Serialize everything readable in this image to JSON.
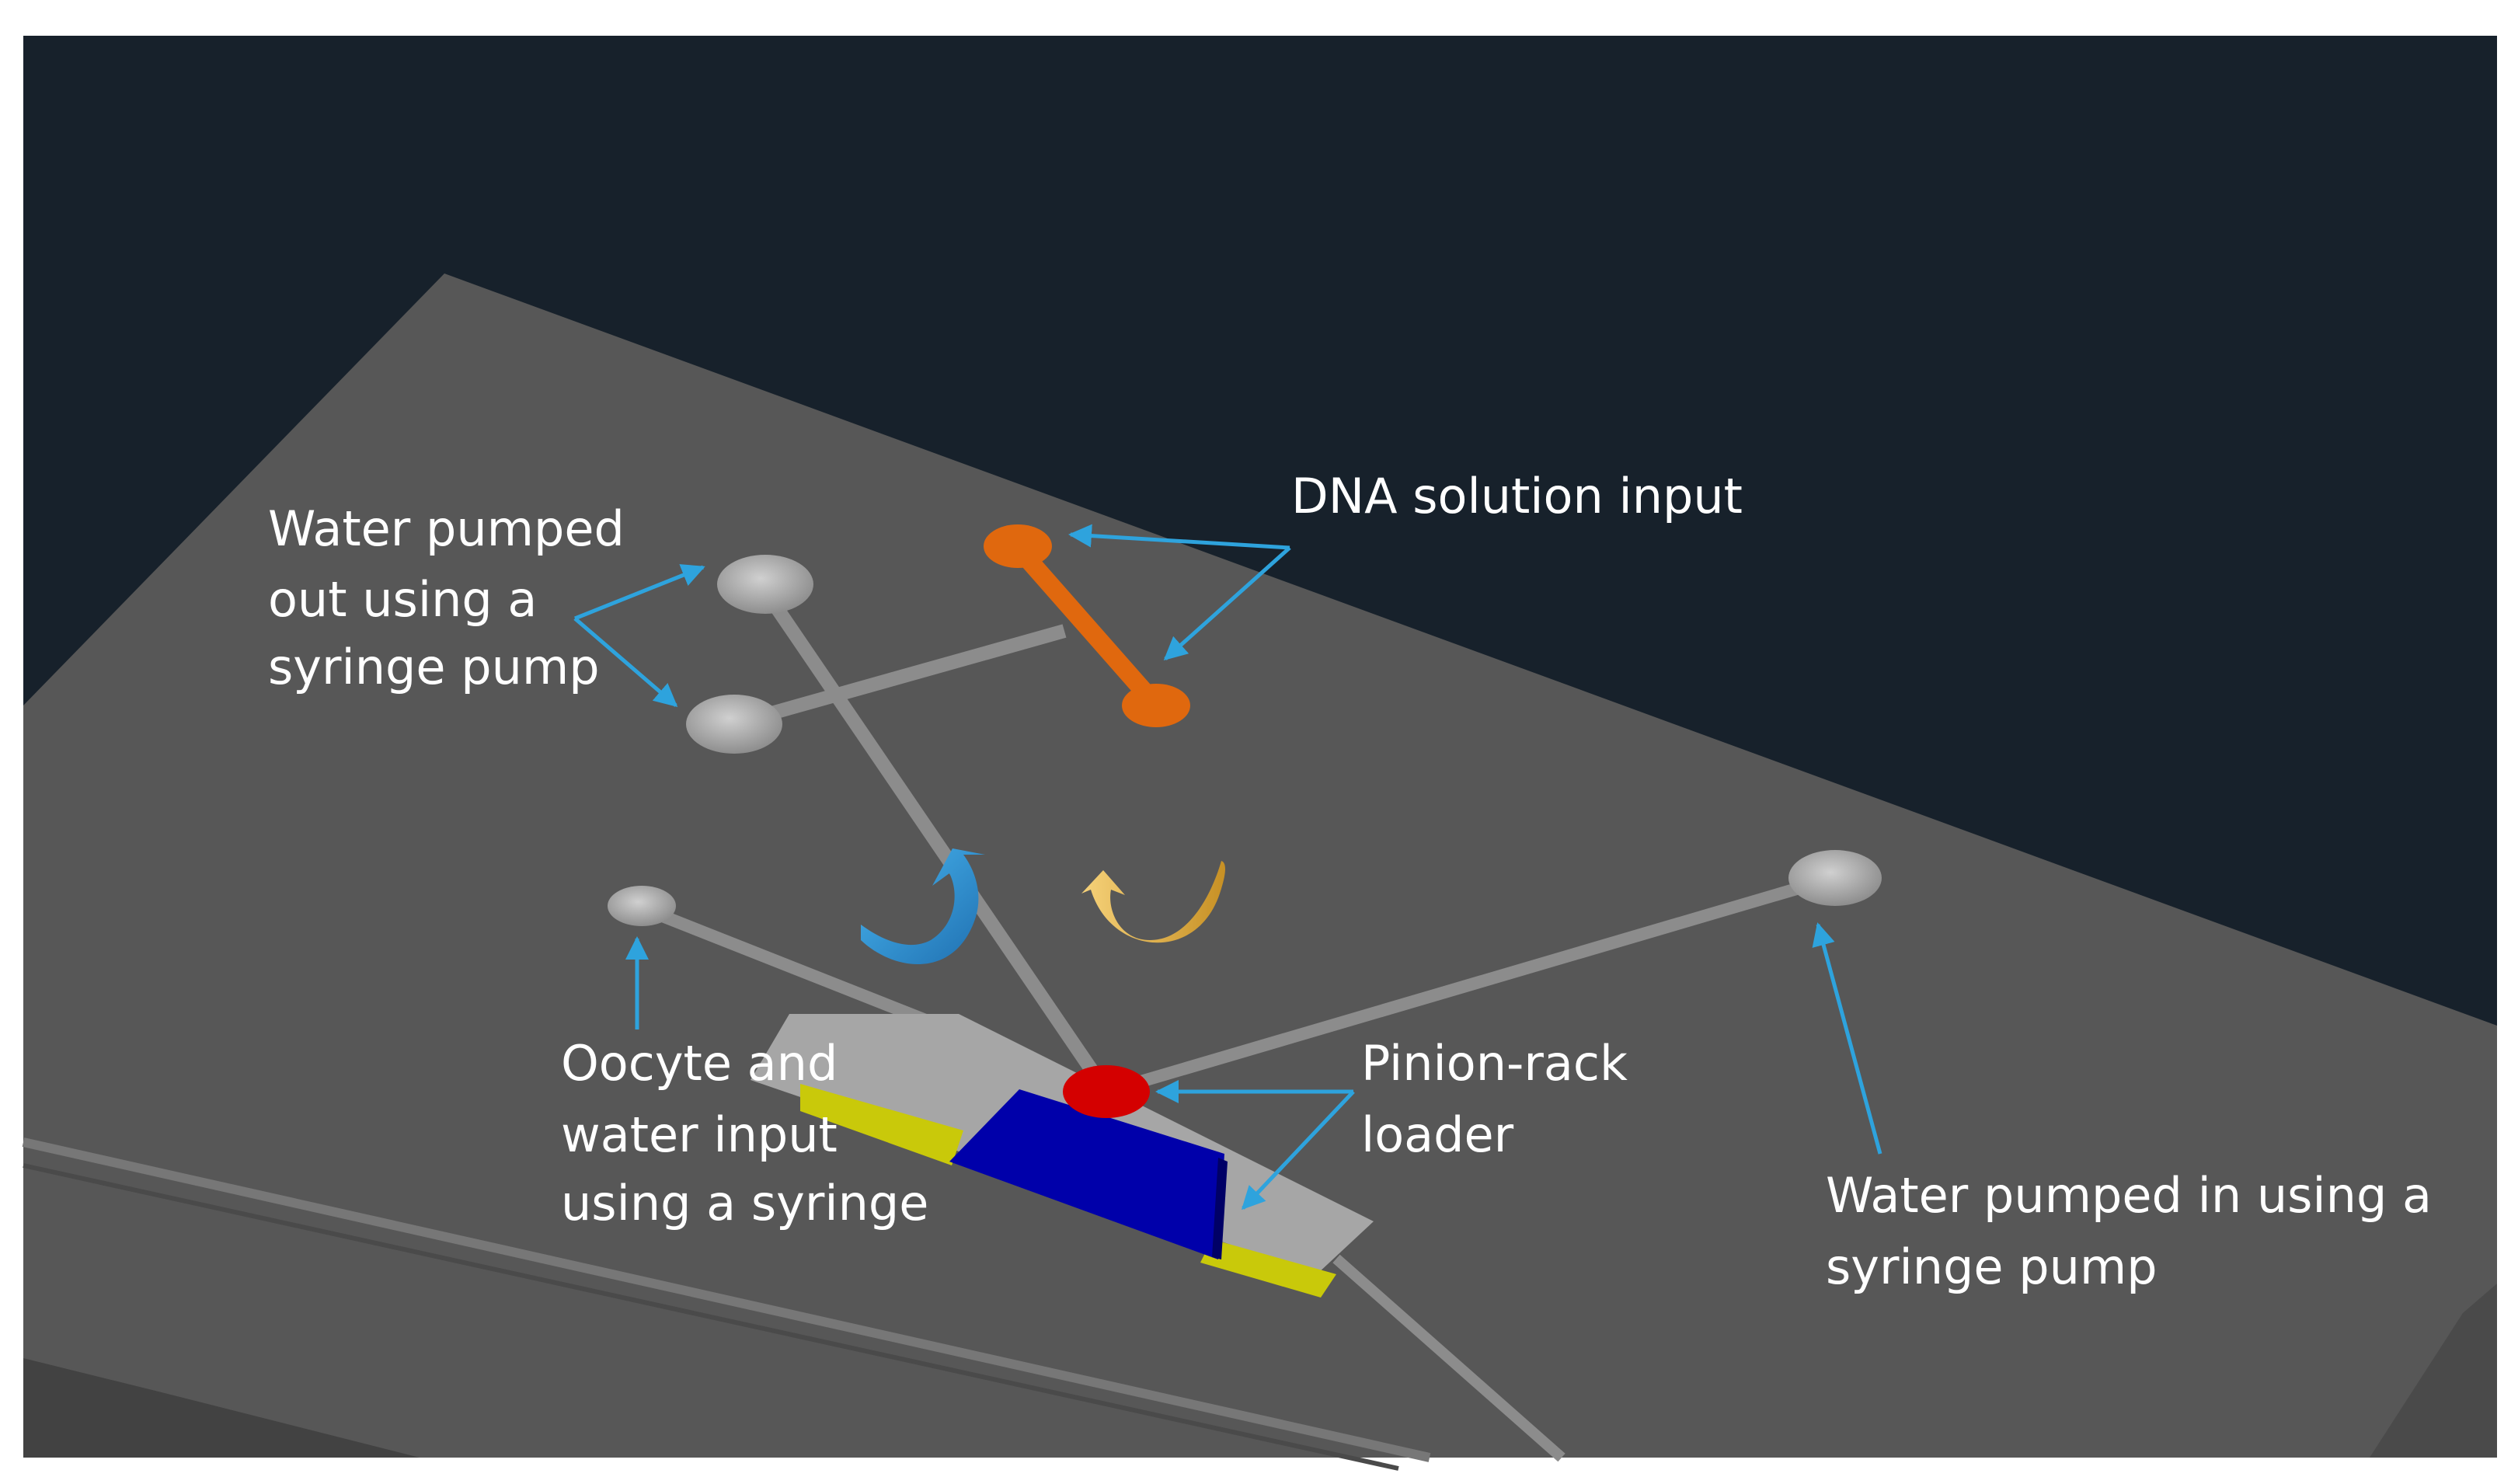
{
  "labels": {
    "dna_input": "DNA solution input",
    "water_out": [
      "Water pumped",
      "out using a",
      "syringe pump"
    ],
    "oocyte": [
      "Oocyte and",
      "water input",
      "using a syringe"
    ],
    "loader": [
      "Pinion-rack",
      "loader"
    ],
    "water_in": [
      "Water pumped in using a",
      "syringe pump"
    ]
  },
  "colors": {
    "background": "#17212b",
    "chip_top": "#575757",
    "chip_side": "#3d3d3d",
    "channel": "#8c8c8c",
    "port": "#b3b3b3",
    "dna_port": "#e0680e",
    "loader_body": "#0000aa",
    "loader_rack": "#a6a6a6",
    "loader_contact": "#c9c90a",
    "red_port": "#d40000",
    "annotation_arrow": "#2ea3dd",
    "rotation_blue": "#2f9be0",
    "rotation_yellow": "#f2c14a"
  }
}
